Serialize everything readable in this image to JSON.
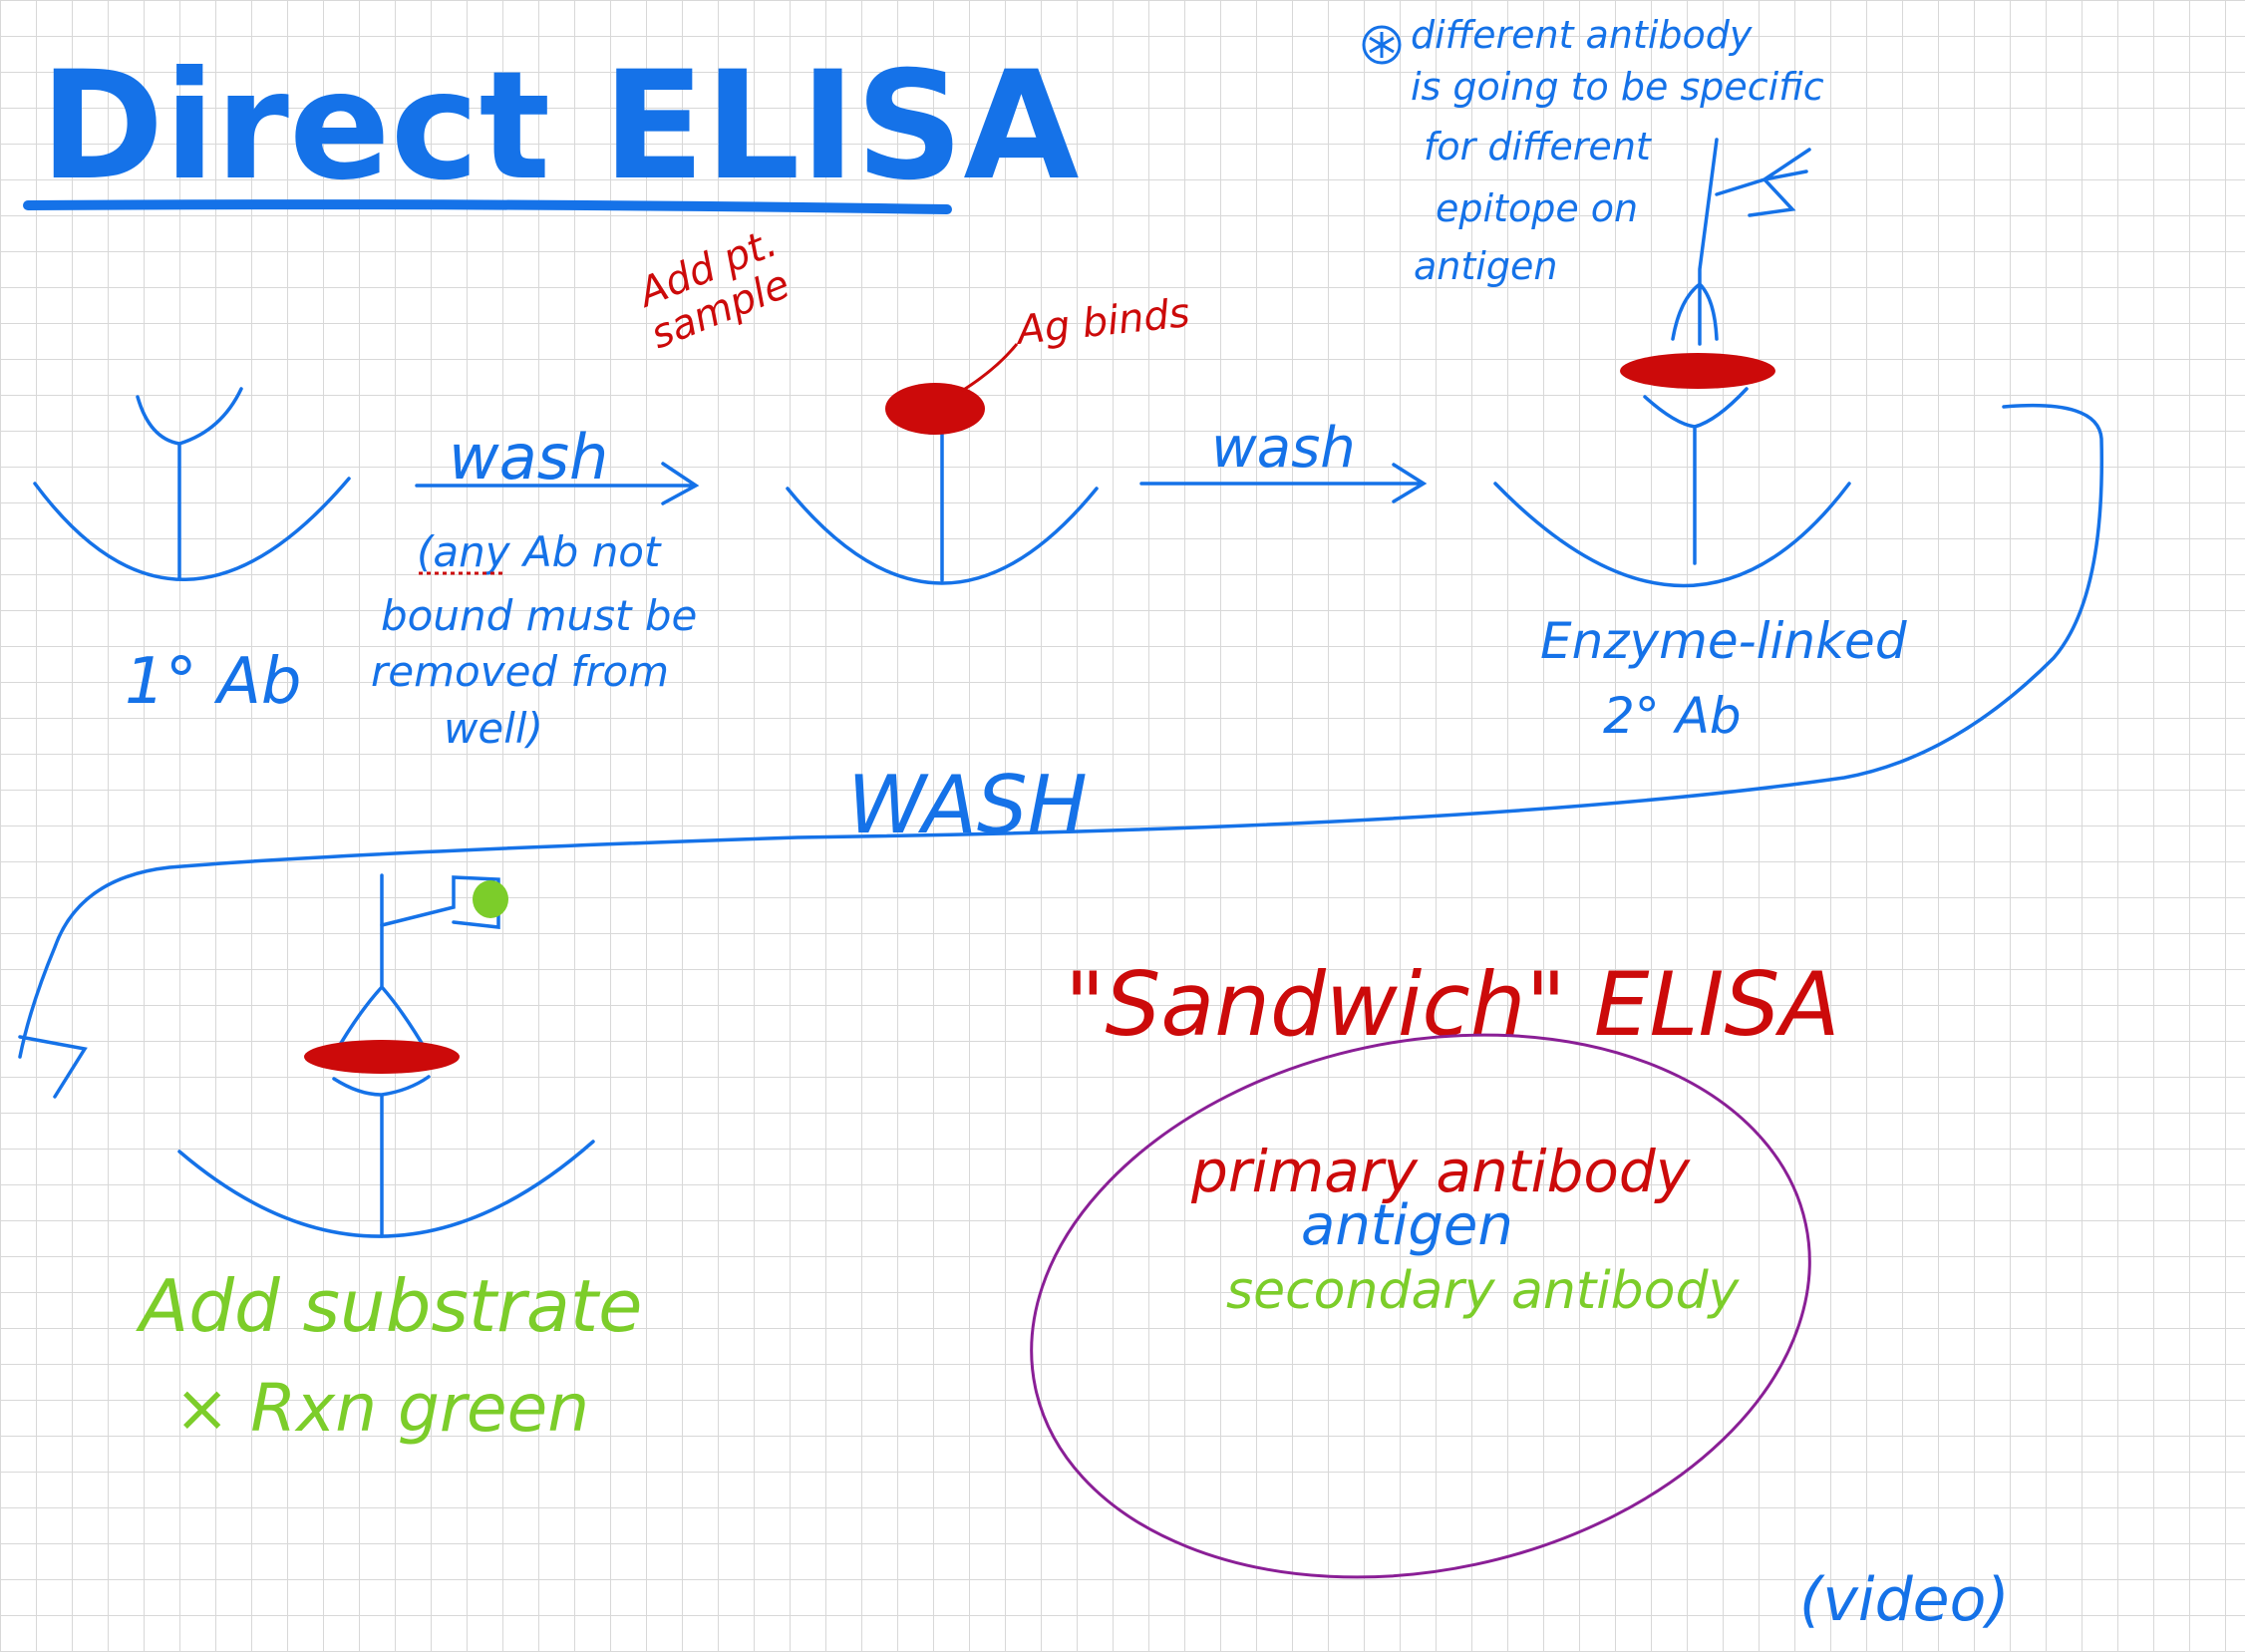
{
  "title": "Direct ELISA",
  "colors": {
    "blue": "#1572e8",
    "red": "#cc0a0a",
    "green": "#7ccd2a",
    "purple": "#8a1f96",
    "grid": "#d8d8d8"
  },
  "step1_label": "1° Ab",
  "wash1": {
    "label": "wash",
    "note_lines": [
      "(any Ab not",
      "bound must be",
      "removed from",
      "well)"
    ]
  },
  "step2": {
    "add_sample_lines": [
      "Add pt.",
      "sample"
    ],
    "ag_binds": "Ag binds"
  },
  "wash2_label": "wash",
  "step3": {
    "note_lines": [
      "different antibody",
      "is going to be specific",
      "for different",
      "epitope on",
      "antigen"
    ],
    "label_lines": [
      "Enzyme-linked",
      "2° Ab"
    ]
  },
  "wash3_label": "WASH",
  "step4": {
    "label_lines": [
      "Add substrate",
      "× Rxn green"
    ]
  },
  "sandwich": {
    "title": "\"Sandwich\" ELISA",
    "primary": "primary antibody",
    "antigen": "antigen",
    "secondary": "secondary antibody"
  },
  "video": "(video)"
}
